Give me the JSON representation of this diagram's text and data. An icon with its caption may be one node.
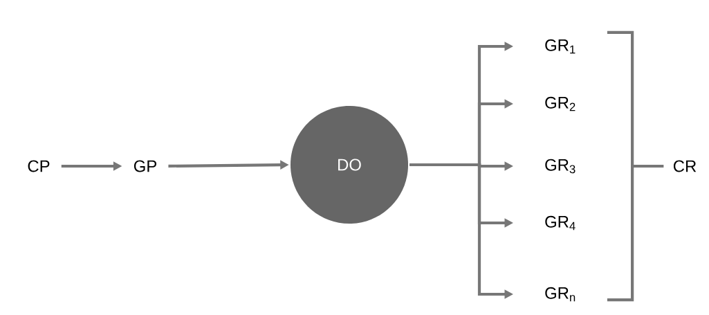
{
  "diagram": {
    "nodes": [
      {
        "text": [
          "CP"
        ]
      },
      {
        "text": [
          "GP"
        ]
      },
      {
        "text": [
          "DO"
        ]
      },
      {
        "text": [
          "GR$_{1}$"
        ]
      },
      {
        "text": [
          "GR$_{2}$"
        ]
      },
      {
        "text": [
          "GR$_{3}$"
        ]
      },
      {
        "text": [
          "GR$_{4}$"
        ]
      },
      {
        "text": [
          "GR$_{n}$"
        ]
      },
      {
        "text": [],
        "shape": "bracket"
      },
      {
        "text": [
          "CR"
        ]
      }
    ],
    "edges": [
      {
        "from": 0,
        "to": 1,
        "arrow": "to"
      },
      {
        "from": 1,
        "to": 2,
        "arrow": "to"
      },
      {
        "from": 2,
        "to": 3,
        "arrow": "to"
      },
      {
        "from": 2,
        "to": 4,
        "arrow": "to"
      },
      {
        "from": 2,
        "to": 5,
        "arrow": "to"
      },
      {
        "from": 2,
        "to": 6,
        "arrow": "to"
      },
      {
        "from": 2,
        "to": 7,
        "arrow": "to"
      },
      {
        "from": 8,
        "to": 9,
        "arrow": "none"
      }
    ]
  }
}
